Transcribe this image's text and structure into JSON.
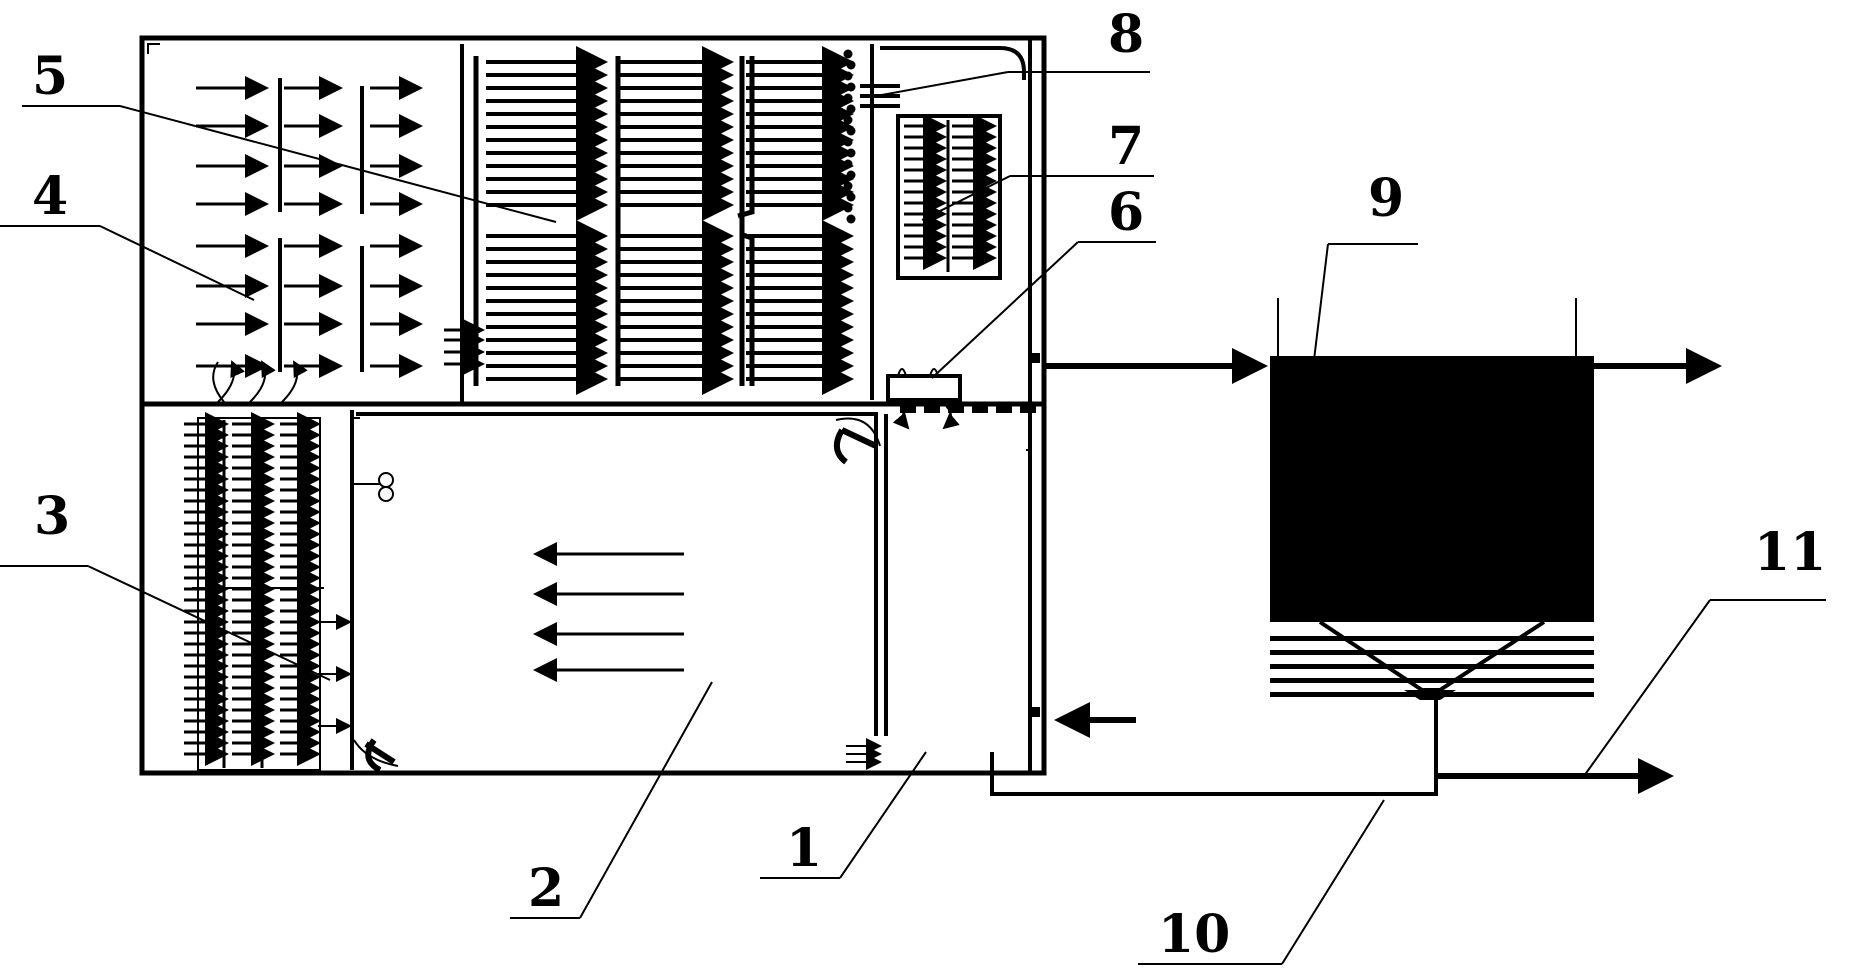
{
  "labels": {
    "l1": "1",
    "l2": "2",
    "l3": "3",
    "l4": "4",
    "l5": "5",
    "l6": "6",
    "l7": "7",
    "l8": "8",
    "l9": "9",
    "l10": "10",
    "l11": "11"
  },
  "colors": {
    "ink": "#000000",
    "background": "#ffffff"
  }
}
